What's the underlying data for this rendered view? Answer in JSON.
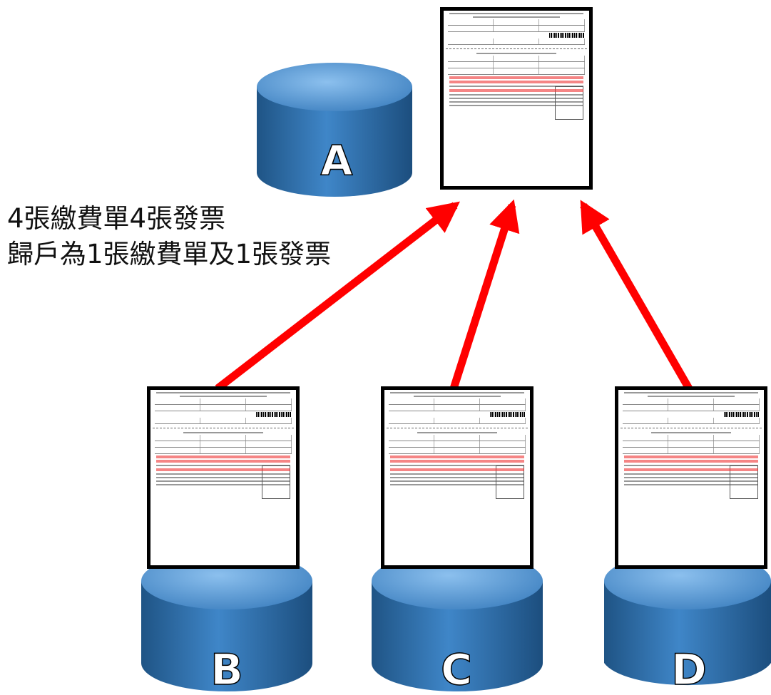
{
  "caption": {
    "line1": "4張繳費單4張發票",
    "line2": "歸戶為1張繳費單及1張發票"
  },
  "nodes": {
    "a": {
      "label": "A"
    },
    "b": {
      "label": "B"
    },
    "c": {
      "label": "C"
    },
    "d": {
      "label": "D"
    }
  },
  "colors": {
    "arrow": "#ff0000",
    "cylinder_top": "#5b9bd5",
    "cylinder_body": "#2e6da4",
    "label": "#ffffff"
  },
  "icons": [
    "bill-document-icon"
  ]
}
